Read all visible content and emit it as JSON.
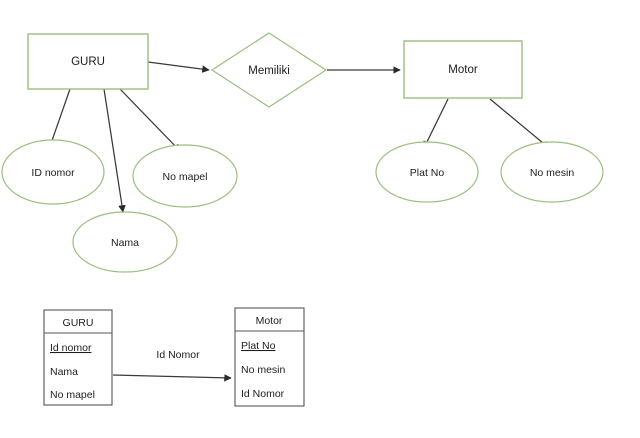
{
  "diagram": {
    "colors": {
      "entity_stroke": "#9cbd7e",
      "ellipse_stroke": "#9cbd7e",
      "relationship_stroke": "#9cbd7e",
      "connector": "#3a3a3a",
      "table_stroke": "#555555",
      "background": "#ffffff",
      "text": "#1d1d1d"
    },
    "er": {
      "entities": [
        {
          "id": "guru",
          "label": "GURU"
        },
        {
          "id": "motor",
          "label": "Motor"
        }
      ],
      "relationship": {
        "id": "memiliki",
        "label": "Memiliki"
      },
      "attributes": [
        {
          "id": "id-nomor",
          "label": "ID nomor",
          "owner": "guru"
        },
        {
          "id": "nama",
          "label": "Nama",
          "owner": "guru"
        },
        {
          "id": "no-mapel",
          "label": "No mapel",
          "owner": "guru"
        },
        {
          "id": "plat-no",
          "label": "Plat No",
          "owner": "motor"
        },
        {
          "id": "no-mesin",
          "label": "No mesin",
          "owner": "motor"
        }
      ]
    },
    "tables": [
      {
        "id": "guru",
        "title": "GURU",
        "fields": [
          {
            "label": "Id nomor",
            "primary_key": true
          },
          {
            "label": "Nama",
            "primary_key": false
          },
          {
            "label": "No mapel",
            "primary_key": false
          }
        ]
      },
      {
        "id": "motor",
        "title": "Motor",
        "fields": [
          {
            "label": "Plat No",
            "primary_key": true
          },
          {
            "label": "No mesin",
            "primary_key": false
          },
          {
            "label": "Id Nomor",
            "primary_key": false
          }
        ]
      }
    ],
    "relation_link": {
      "label": "Id Nomor"
    }
  }
}
